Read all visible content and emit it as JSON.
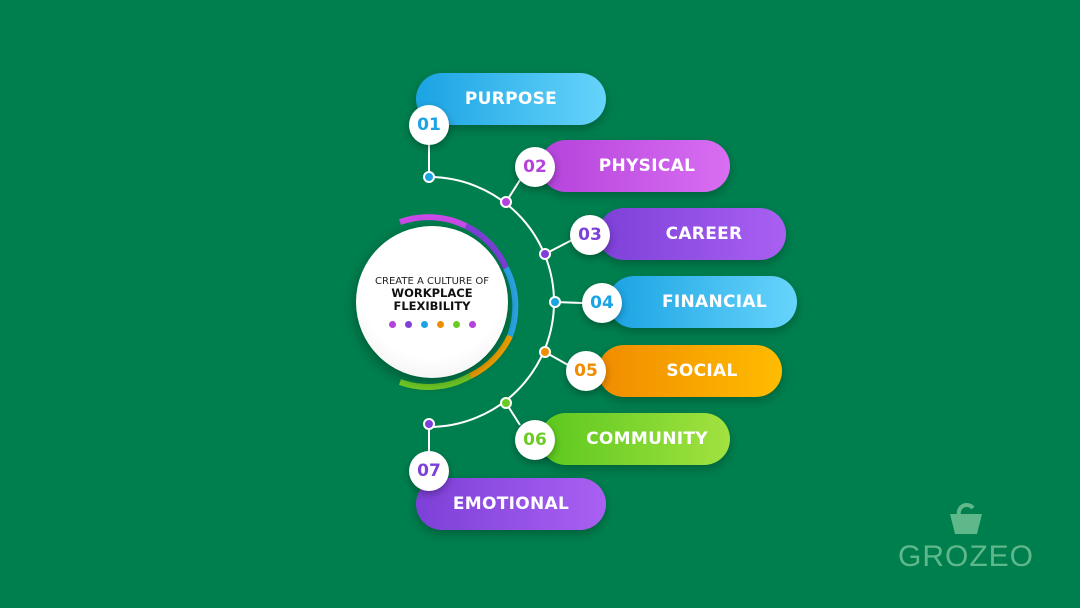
{
  "center": {
    "line1": "CREATE A CULTURE OF",
    "line2": "WORKPLACE",
    "line3": "FLEXIBILITY"
  },
  "items": [
    {
      "num": "01",
      "label": "PURPOSE",
      "color": "#1ba3e3"
    },
    {
      "num": "02",
      "label": "PHYSICAL",
      "color": "#b443db"
    },
    {
      "num": "03",
      "label": "CAREER",
      "color": "#7d40d8"
    },
    {
      "num": "04",
      "label": "FINANCIAL",
      "color": "#1ba3e3"
    },
    {
      "num": "05",
      "label": "SOCIAL",
      "color": "#f08c00"
    },
    {
      "num": "06",
      "label": "COMMUNITY",
      "color": "#6acb22"
    },
    {
      "num": "07",
      "label": "EMOTIONAL",
      "color": "#7d40d8"
    }
  ],
  "logo": {
    "text": "GROZEO"
  }
}
